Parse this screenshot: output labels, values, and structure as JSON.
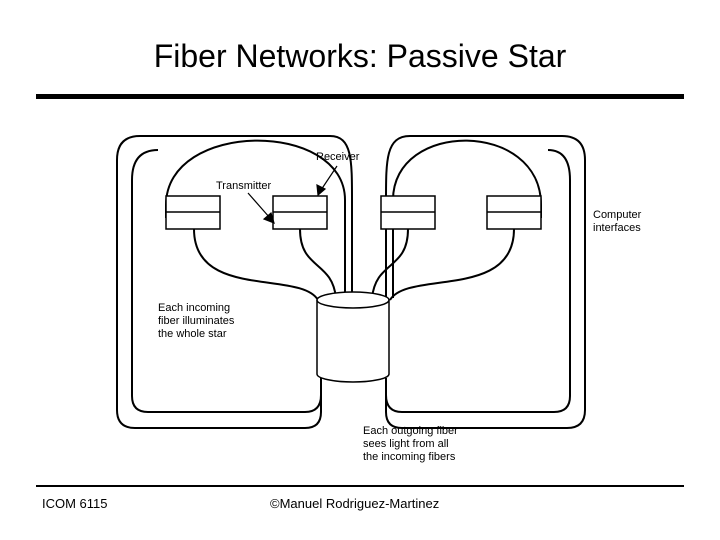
{
  "slide": {
    "title": "Fiber Networks: Passive Star",
    "footer_left": "ICOM 6115",
    "footer_center": "©Manuel Rodriguez-Martinez"
  },
  "diagram": {
    "receiver_label": "Receiver",
    "transmitter_label": "Transmitter",
    "computer_interfaces_label": [
      "Computer",
      "interfaces"
    ],
    "incoming_label": [
      "Each incoming",
      "fiber illuminates",
      "the whole star"
    ],
    "outgoing_label": [
      "Each outgoing fiber",
      "sees light from all",
      "the incoming fibers"
    ]
  }
}
